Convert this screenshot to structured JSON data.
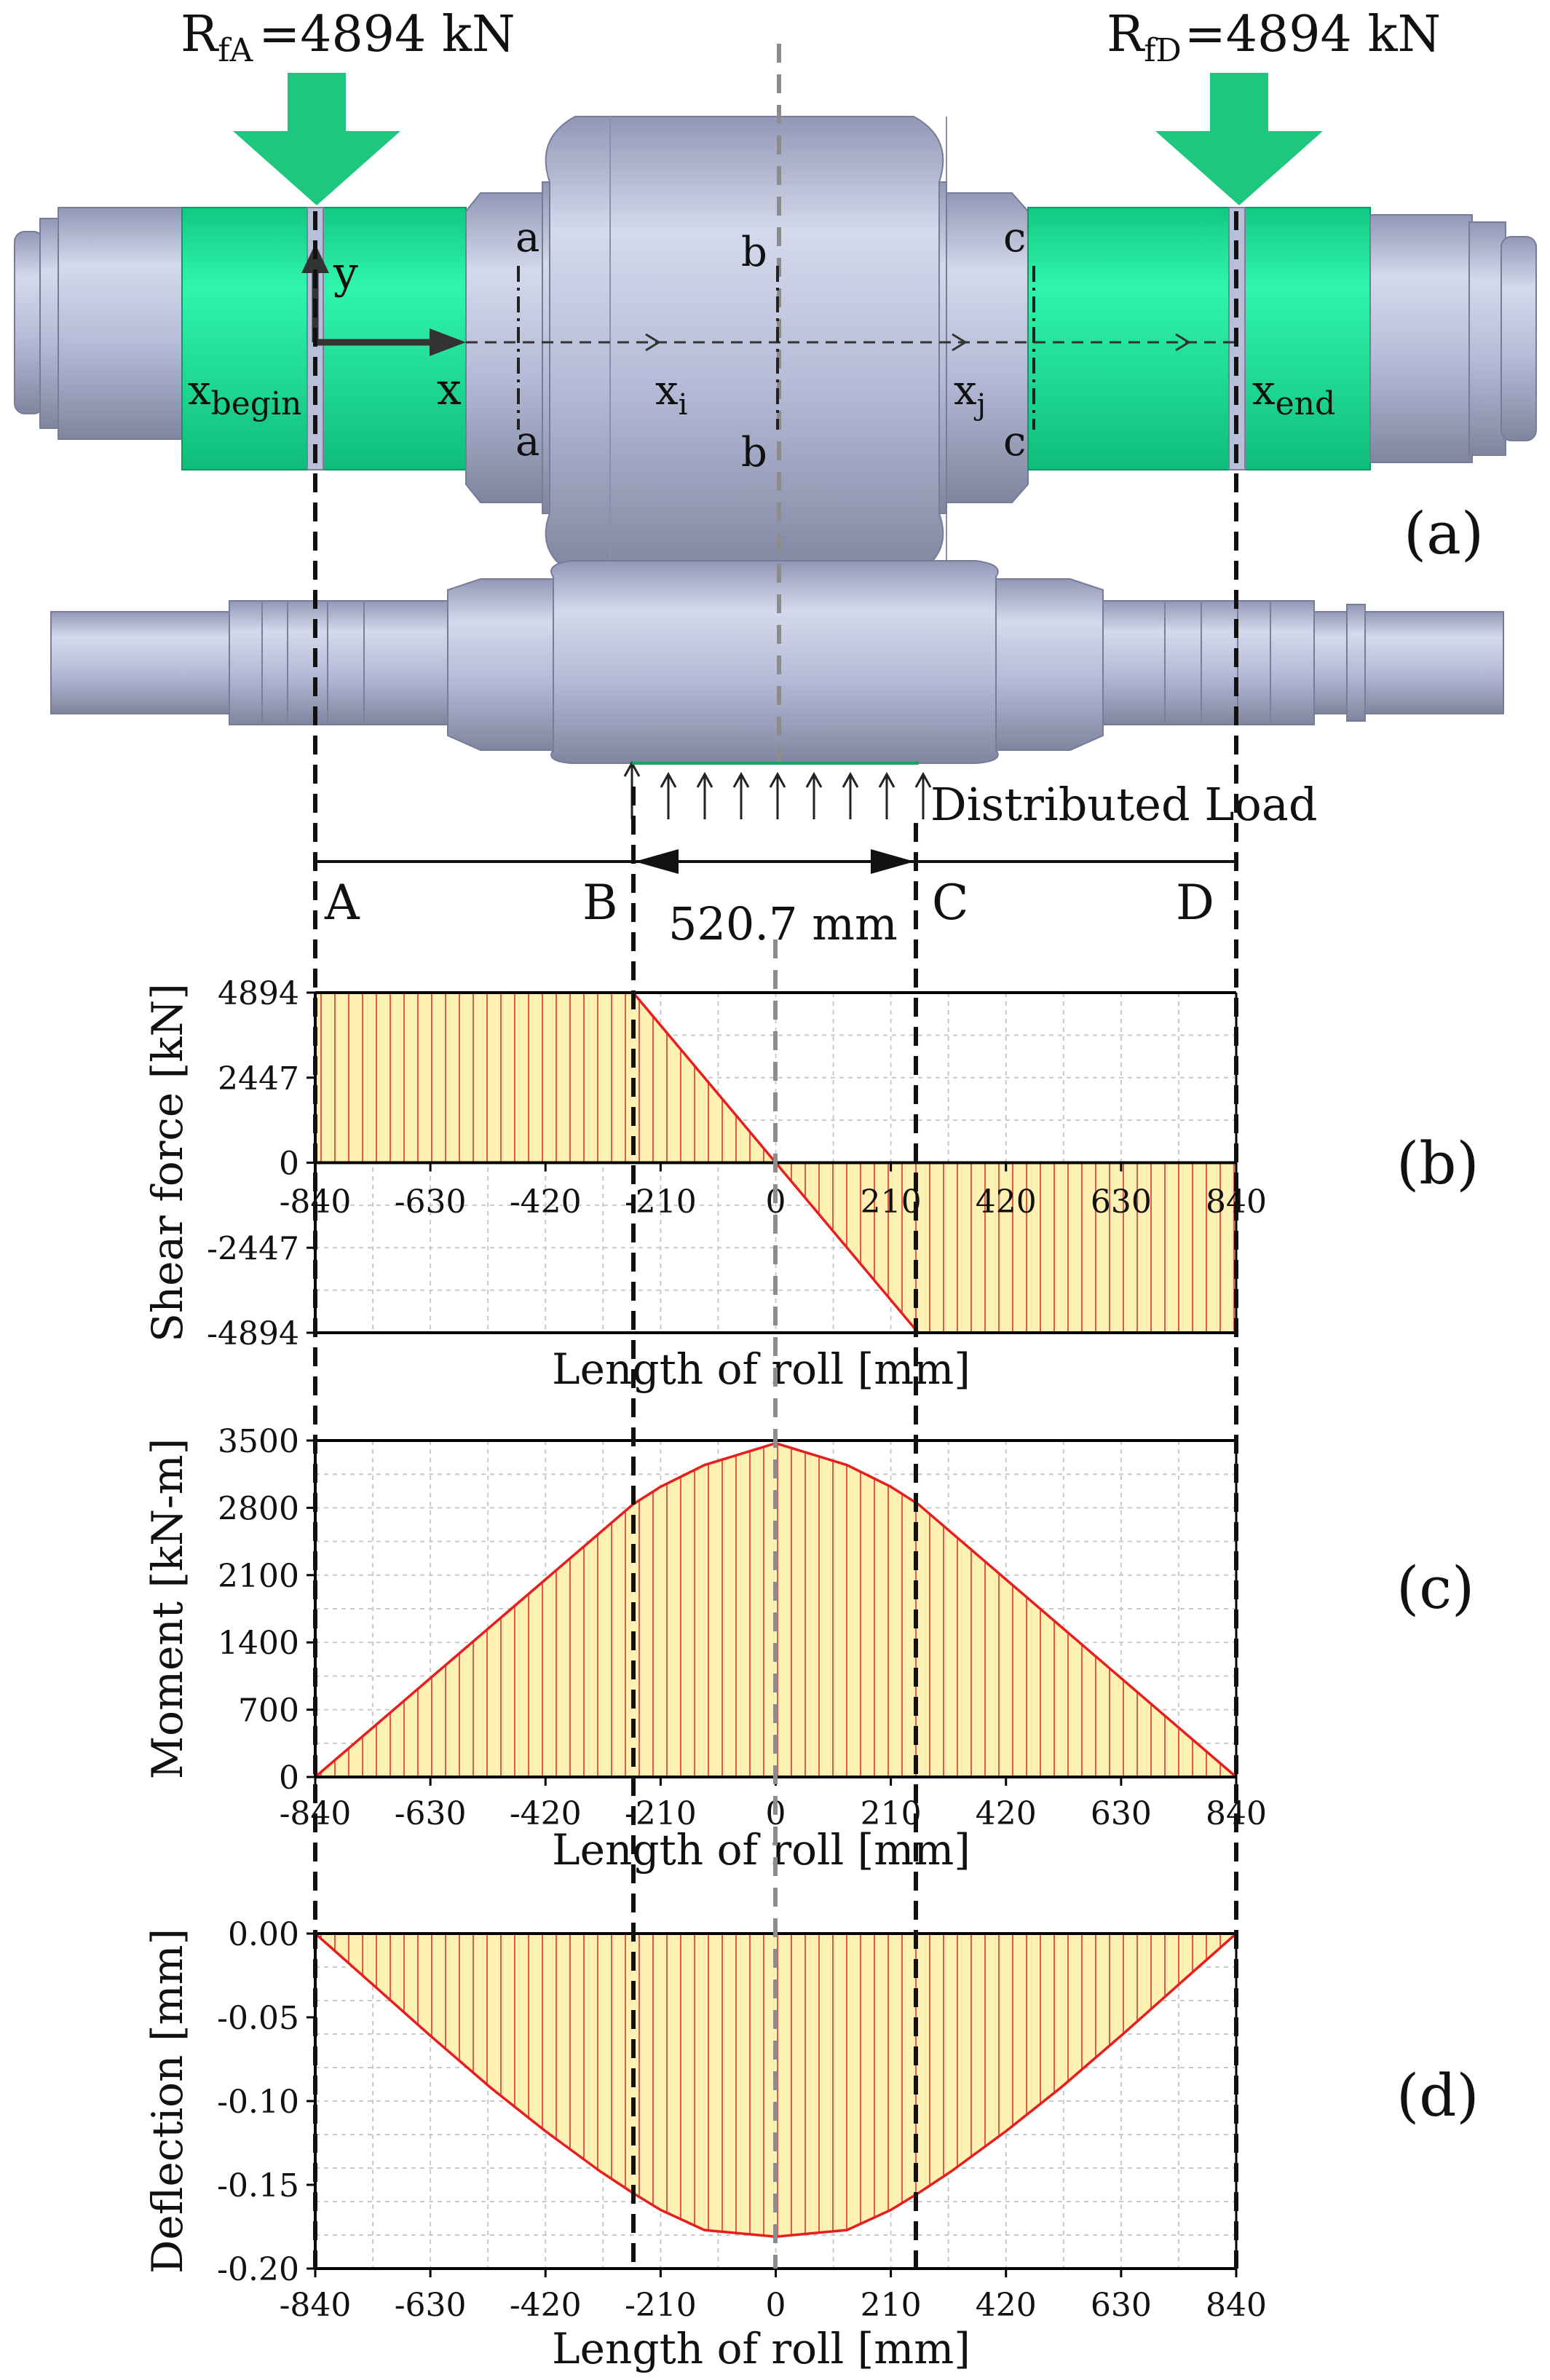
{
  "colors": {
    "fill": "#fff0b3",
    "hatch": "#e0322b",
    "curve": "#e61e1e",
    "green": "#19d98e",
    "green_dark": "#11b877",
    "roll": "#b9bfd9",
    "roll_dark": "#8d93b3",
    "arrow": "#1fc77e"
  },
  "panel_a": {
    "force_left_main": "R",
    "force_left_sub": "fA",
    "force_left_value": "=4894 kN",
    "force_right_main": "R",
    "force_right_sub": "fD",
    "force_right_value": "=4894 kN",
    "section_letters": [
      "a",
      "b",
      "c"
    ],
    "axis_y": "y",
    "axis_x": "x",
    "x_begin_main": "x",
    "x_begin_sub": "begin",
    "x_i_main": "x",
    "x_i_sub": "i",
    "x_j_main": "x",
    "x_j_sub": "j",
    "x_end_main": "x",
    "x_end_sub": "end",
    "panel_label": "(a)",
    "distributed_load": "Distributed Load",
    "span_length": "520.7 mm",
    "points": [
      "A",
      "B",
      "C",
      "D"
    ]
  },
  "chart_data": [
    {
      "panel_label": "(b)",
      "type": "area",
      "ylabel": "Shear force [kN]",
      "xlabel": "Length of roll [mm]",
      "xlim": [
        -840,
        840
      ],
      "ylim": [
        -4894,
        4894
      ],
      "yticks": [
        4894,
        2447,
        0,
        -2447,
        -4894
      ],
      "xticks": [
        -840,
        -630,
        -420,
        -210,
        0,
        210,
        420,
        630,
        840
      ],
      "x": [
        -840,
        -260,
        260,
        840
      ],
      "y": [
        4894,
        4894,
        -4894,
        -4894
      ]
    },
    {
      "panel_label": "(c)",
      "type": "area",
      "ylabel": "Moment [kN-m]",
      "xlabel": "Length of roll [mm]",
      "xlim": [
        -840,
        840
      ],
      "ylim": [
        0,
        3500
      ],
      "yticks": [
        0,
        700,
        1400,
        2100,
        2800,
        3500
      ],
      "xticks": [
        -840,
        -630,
        -420,
        -210,
        0,
        210,
        420,
        630,
        840
      ],
      "x": [
        -840,
        -630,
        -420,
        -260,
        -210,
        -130,
        0,
        130,
        210,
        260,
        420,
        630,
        840
      ],
      "y": [
        0,
        1028,
        2055,
        2838,
        3019,
        3245,
        3472,
        3245,
        3019,
        2838,
        2055,
        1028,
        0
      ]
    },
    {
      "panel_label": "(d)",
      "type": "area",
      "ylabel": "Deflection [mm]",
      "xlabel": "Length of roll [mm]",
      "xlim": [
        -840,
        840
      ],
      "ylim": [
        -0.2,
        0.0
      ],
      "yticks": [
        0.0,
        -0.05,
        -0.1,
        -0.15,
        -0.2
      ],
      "ytick_labels": [
        "0.00",
        "-0.05",
        "-0.10",
        "-0.15",
        "-0.20"
      ],
      "xticks": [
        -840,
        -630,
        -420,
        -210,
        0,
        210,
        420,
        630,
        840
      ],
      "x": [
        -840,
        -740,
        -630,
        -520,
        -420,
        -320,
        -260,
        -210,
        -130,
        0,
        130,
        210,
        260,
        320,
        420,
        520,
        630,
        740,
        840
      ],
      "y": [
        0,
        -0.029,
        -0.061,
        -0.092,
        -0.118,
        -0.142,
        -0.155,
        -0.165,
        -0.177,
        -0.181,
        -0.177,
        -0.165,
        -0.155,
        -0.142,
        -0.118,
        -0.092,
        -0.061,
        -0.029,
        0
      ]
    }
  ]
}
